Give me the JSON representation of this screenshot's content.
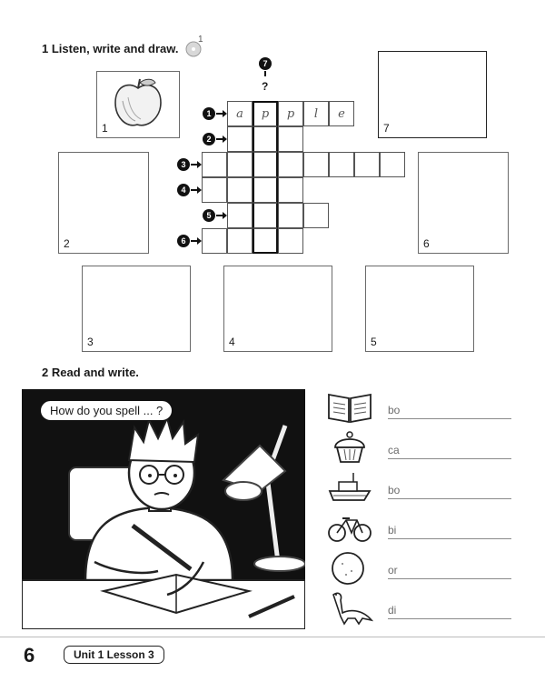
{
  "exercise1": {
    "heading": "1  Listen, write and draw.",
    "audio_track": "1"
  },
  "crossword": {
    "clue_numbers": [
      "1",
      "2",
      "3",
      "4",
      "5",
      "6",
      "7"
    ],
    "mystery_mark": "?",
    "row1_letters": [
      "a",
      "p",
      "p",
      "l",
      "e"
    ]
  },
  "draw_boxes": {
    "box1": "1",
    "box2": "2",
    "box3": "3",
    "box4": "4",
    "box5": "5",
    "box6": "6",
    "box7": "7"
  },
  "exercise2": {
    "heading": "2  Read and write.",
    "speech_bubble": "How do you spell ... ?",
    "items": [
      {
        "icon": "book-icon",
        "prompt": "bo"
      },
      {
        "icon": "cake-icon",
        "prompt": "ca"
      },
      {
        "icon": "boat-icon",
        "prompt": "bo"
      },
      {
        "icon": "bike-icon",
        "prompt": "bi"
      },
      {
        "icon": "orange-icon",
        "prompt": "or"
      },
      {
        "icon": "dinosaur-icon",
        "prompt": "di"
      }
    ]
  },
  "footer": {
    "page_number": "6",
    "unit_label": "Unit 1  Lesson 3"
  }
}
